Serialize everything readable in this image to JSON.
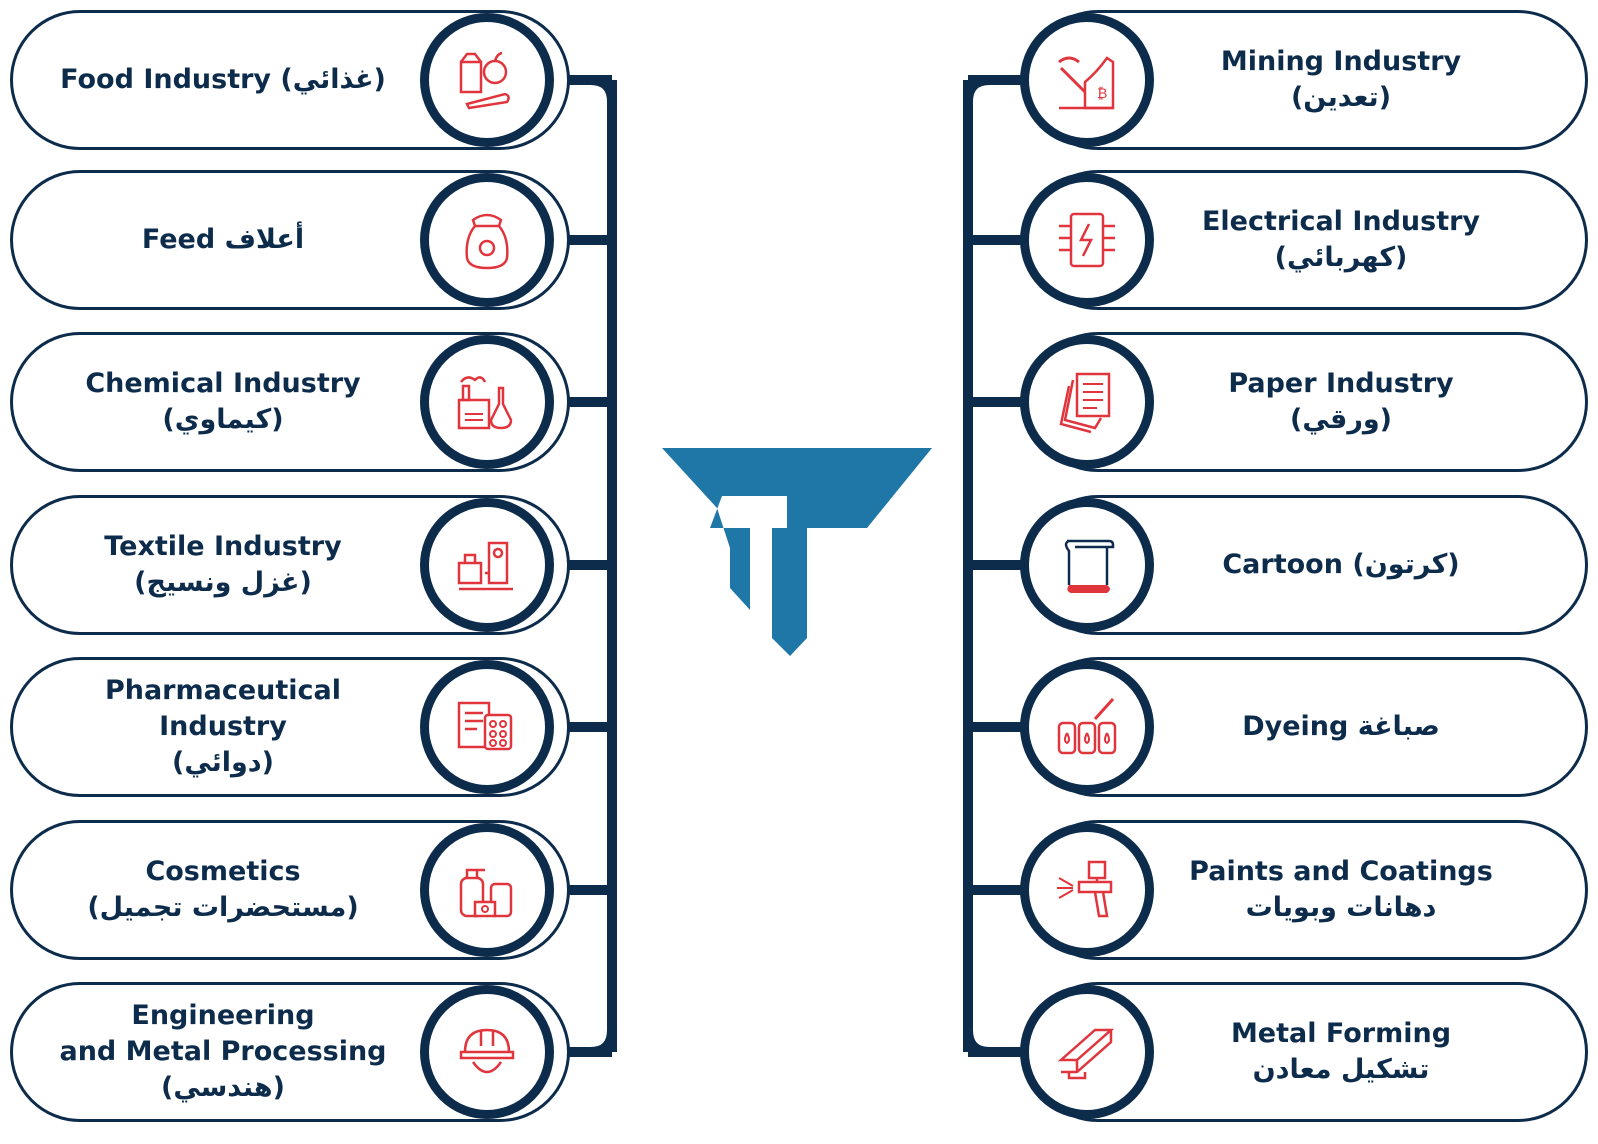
{
  "left_items": [
    {
      "lines": [
        "Food Industry (غذائي)"
      ],
      "icon": "food-icon"
    },
    {
      "lines": [
        "Feed أعلاف"
      ],
      "icon": "feed-sack-icon"
    },
    {
      "lines": [
        "Chemical Industry",
        "(كيماوي)"
      ],
      "icon": "chemical-factory-icon"
    },
    {
      "lines": [
        "Textile Industry",
        "(غزل ونسيج)"
      ],
      "icon": "textile-machine-icon"
    },
    {
      "lines": [
        "Pharmaceutical",
        "Industry",
        "(دوائي)"
      ],
      "icon": "pharmaceutical-icon"
    },
    {
      "lines": [
        "Cosmetics",
        "(مستحضرات تجميل)"
      ],
      "icon": "cosmetics-icon"
    },
    {
      "lines": [
        "Engineering",
        "and Metal Processing",
        "(هندسي)"
      ],
      "icon": "engineer-helmet-icon"
    }
  ],
  "right_items": [
    {
      "lines": [
        "Mining Industry",
        "(تعدين)"
      ],
      "icon": "mining-icon"
    },
    {
      "lines": [
        "Electrical Industry",
        "(كهربائي)"
      ],
      "icon": "electrical-chip-icon"
    },
    {
      "lines": [
        "Paper Industry",
        "(ورقي)"
      ],
      "icon": "paper-icon"
    },
    {
      "lines": [
        "Cartoon (كرتون)"
      ],
      "icon": "cardboard-scroll-icon"
    },
    {
      "lines": [
        "Dyeing  صباغة"
      ],
      "icon": "dye-bottles-icon"
    },
    {
      "lines": [
        "Paints and Coatings",
        "دهانات وبويات"
      ],
      "icon": "spray-gun-icon"
    },
    {
      "lines": [
        "Metal Forming",
        "تشكيل معادن"
      ],
      "icon": "steel-beam-icon"
    }
  ],
  "colors": {
    "navy": "#0d2c4c",
    "icon_red": "#e0353d",
    "logo_blue": "#1f77a8"
  }
}
